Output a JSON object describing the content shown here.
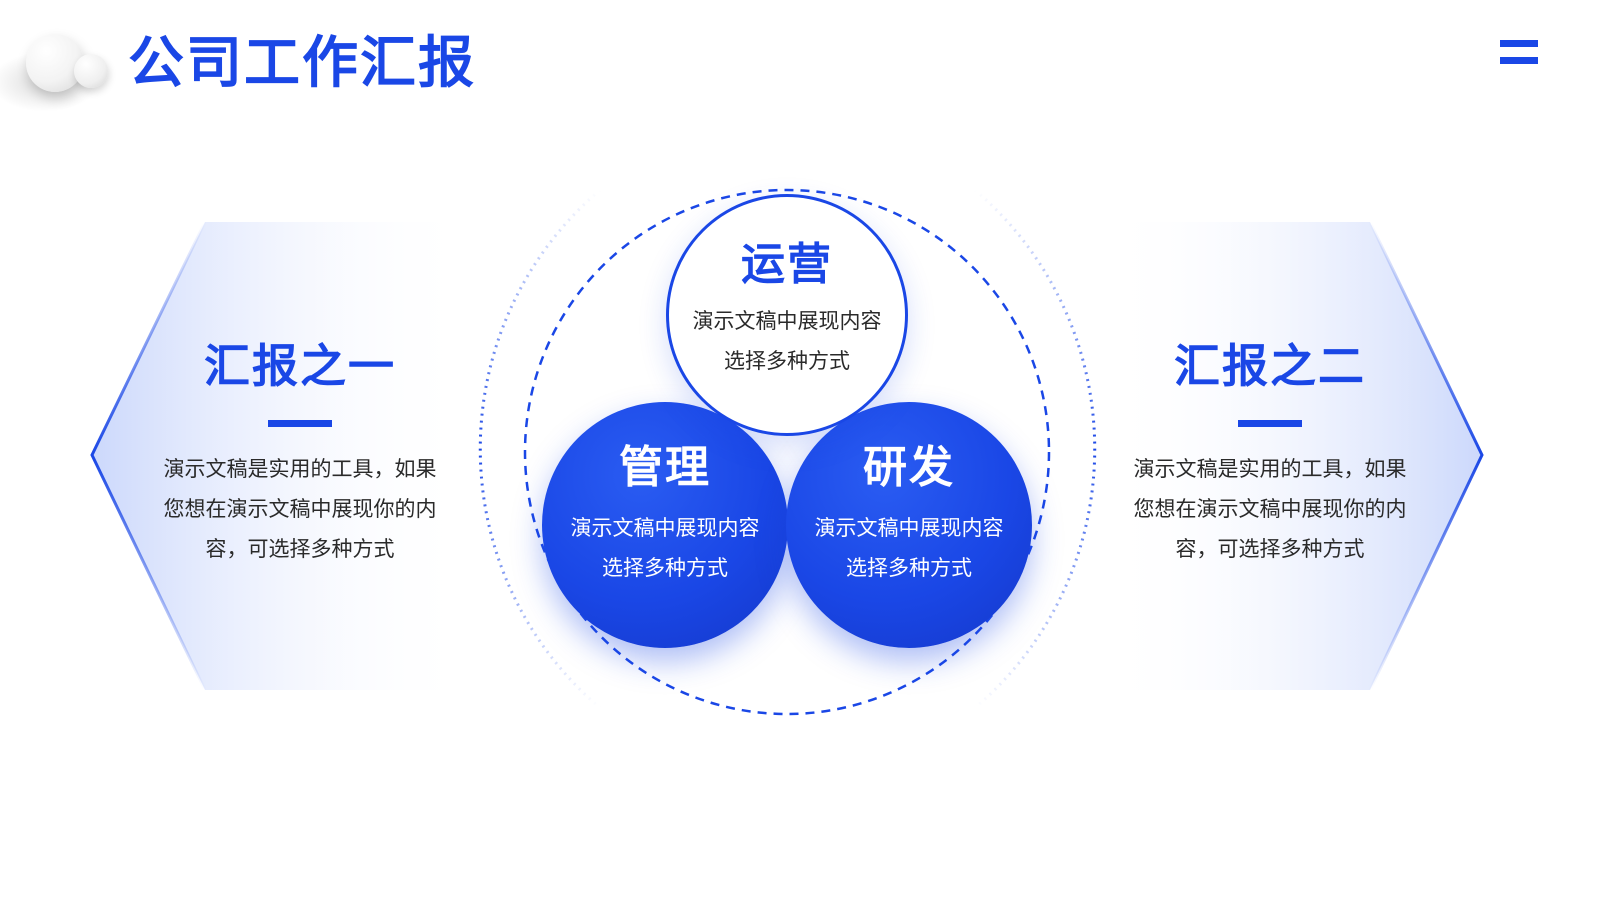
{
  "colors": {
    "accent": "#1a47e6",
    "text": "#2a2a2a",
    "background": "#ffffff"
  },
  "header": {
    "title": "公司工作汇报",
    "menu_icon": "menu-icon"
  },
  "left_panel": {
    "title": "汇报之一",
    "text": "演示文稿是实用的工具，如果您想在演示文稿中展现你的内容，可选择多种方式"
  },
  "right_panel": {
    "title": "汇报之二",
    "text": "演示文稿是实用的工具，如果您想在演示文稿中展现你的内容，可选择多种方式"
  },
  "diagram": {
    "top": {
      "title": "运营",
      "text": "演示文稿中展现内容选择多种方式"
    },
    "left": {
      "title": "管理",
      "text": "演示文稿中展现内容选择多种方式"
    },
    "right": {
      "title": "研发",
      "text": "演示文稿中展现内容选择多种方式"
    }
  }
}
